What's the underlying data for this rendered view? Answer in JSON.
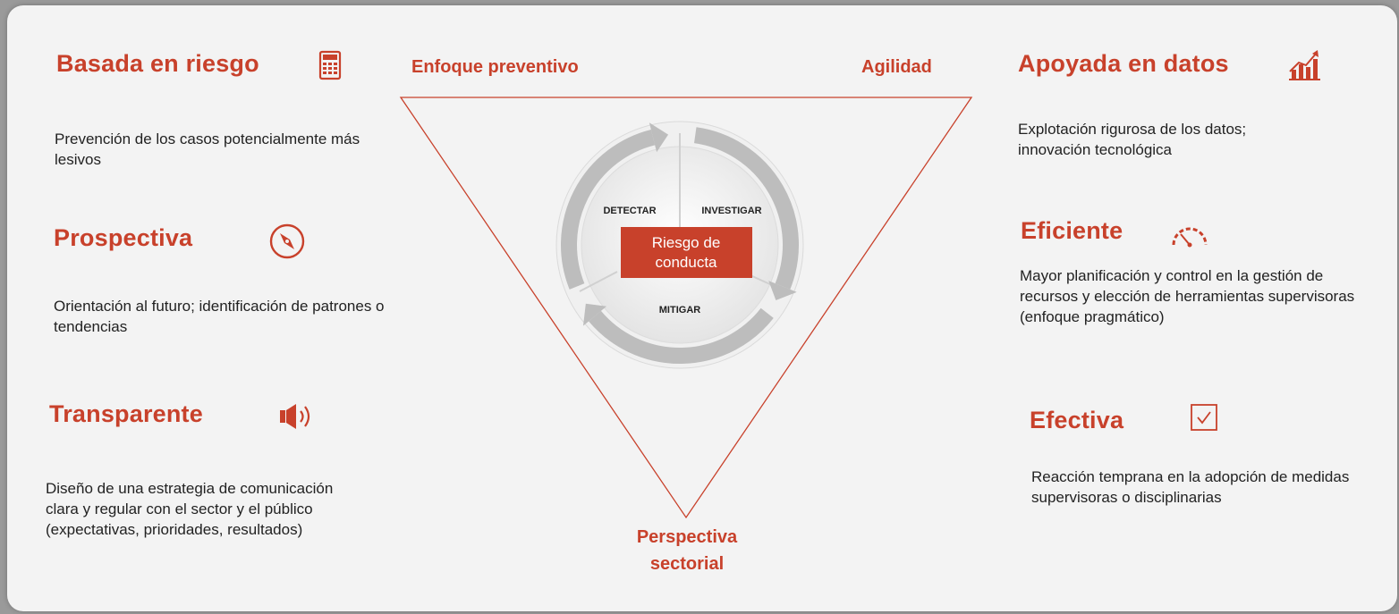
{
  "colors": {
    "accent": "#c8412b",
    "text": "#222222",
    "background": "#f3f3f3"
  },
  "left": [
    {
      "title": "Basada en riesgo",
      "icon": "calculator-icon",
      "desc": "Prevención de los casos potencialmente más lesivos"
    },
    {
      "title": "Prospectiva",
      "icon": "compass-icon",
      "desc": "Orientación al futuro; identificación de patrones o tendencias"
    },
    {
      "title": "Transparente",
      "icon": "speaker-icon",
      "desc": "Diseño de una estrategia de comunicación clara y regular con el sector y el público (expectativas, prioridades, resultados)"
    }
  ],
  "right": [
    {
      "title": "Apoyada en datos",
      "icon": "growth-chart-icon",
      "desc": "Explotación rigurosa de los datos; innovación tecnológica"
    },
    {
      "title": "Eficiente",
      "icon": "gauge-icon",
      "desc": "Mayor planificación y control en la gestión de recursos y elección de herramientas supervisoras (enfoque pragmático)"
    },
    {
      "title": "Efectiva",
      "icon": "checkbox-icon",
      "desc": "Reacción temprana en la adopción de medidas supervisoras o disciplinarias"
    }
  ],
  "triangle": {
    "top_left": "Enfoque preventivo",
    "top_right": "Agilidad",
    "bottom": "Perspectiva sectorial"
  },
  "cycle": {
    "phases": [
      "DETECTAR",
      "INVESTIGAR",
      "MITIGAR"
    ],
    "center_line1": "Riesgo de",
    "center_line2": "conducta"
  }
}
